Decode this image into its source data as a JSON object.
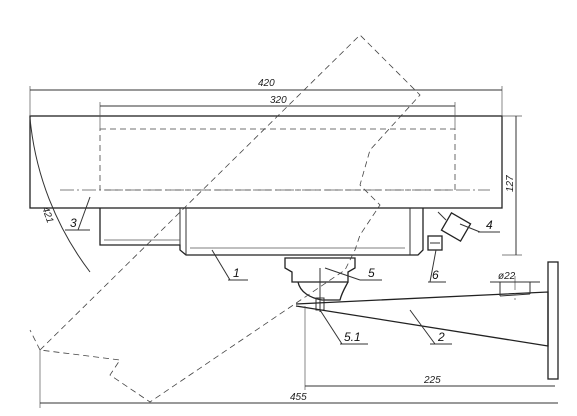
{
  "dimensions": {
    "width_420": "420",
    "width_320": "320",
    "height_127": "127",
    "radius_421": "421",
    "dia_22": "ø22",
    "length_225": "225",
    "length_455": "455"
  },
  "part_labels": {
    "p1": "1",
    "p2": "2",
    "p3": "3",
    "p4": "4",
    "p5": "5",
    "p51": "5.1",
    "p6": "6"
  }
}
